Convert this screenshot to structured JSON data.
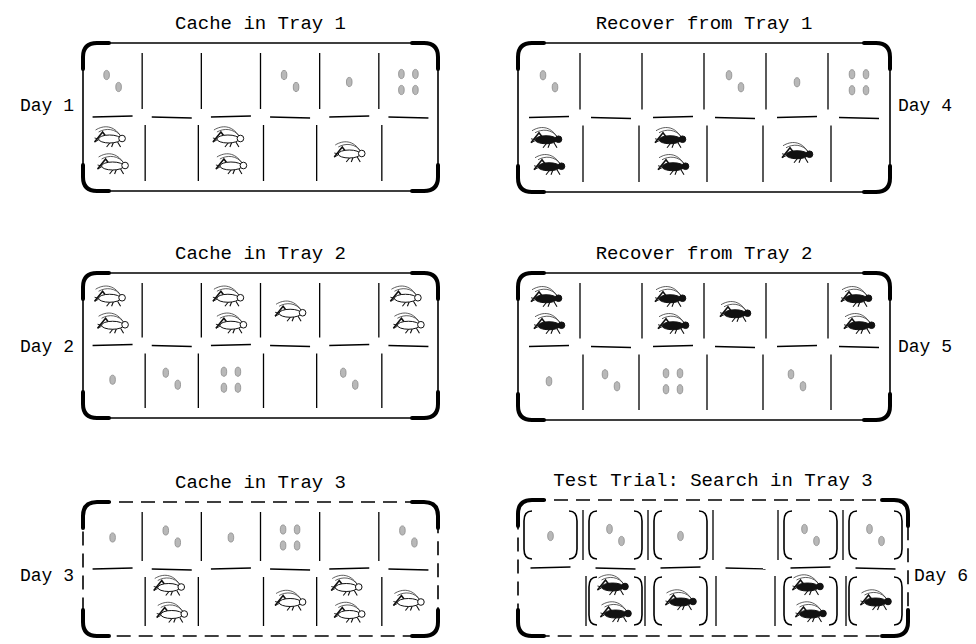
{
  "diagram": {
    "nodes": [
      {
        "text": [
          "Cache in Tray 1"
        ]
      },
      {
        "text": [
          "Recover from Tray 1"
        ]
      },
      {
        "text": [
          "Cache in Tray 2"
        ]
      },
      {
        "text": [
          "Recover from Tray 2"
        ]
      },
      {
        "text": [
          "Cache in Tray 3"
        ]
      },
      {
        "text": [
          "Test Trial: Search in Tray 3"
        ]
      }
    ],
    "labels": [
      "Day 1",
      "Day 4",
      "Day 2",
      "Day 5",
      "Day 3",
      "Day 6"
    ]
  }
}
